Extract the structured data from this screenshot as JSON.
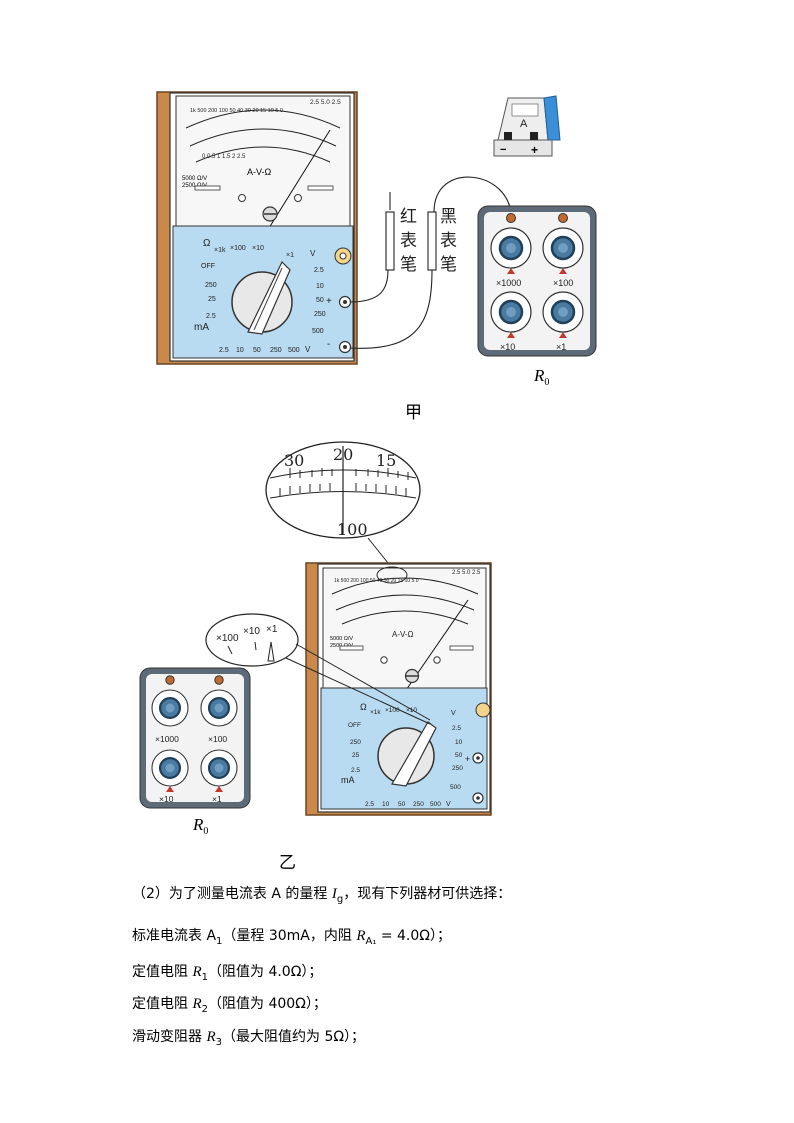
{
  "figure_jia": {
    "meter": {
      "dial_label": "A-V-Ω",
      "sens_line1": "5000 Ω/V",
      "sens_line2": "2500 Ω/V",
      "ohm_ticks": [
        "1k",
        "500",
        "200",
        "100",
        "50",
        "40",
        "30",
        "20",
        "15",
        "10",
        "5",
        "0"
      ],
      "acv_ticks": [
        "0",
        "0.5",
        "1",
        "1.5",
        "2",
        "2.5"
      ],
      "range_labels": [
        "2.5",
        "5.0",
        "2.5"
      ],
      "selector": {
        "ohm_symbol": "Ω",
        "ohm_ranges": [
          "×1k",
          "×100",
          "×10",
          "×1"
        ],
        "left_labels": [
          "OFF",
          "250",
          "25",
          "2.5"
        ],
        "ma_label": "mA",
        "bottom_labels": [
          "2.5",
          "10",
          "50",
          "250",
          "500"
        ],
        "right_labels": [
          "2.5",
          "10",
          "50",
          "250",
          "500"
        ],
        "v_label": "V",
        "plus": "+",
        "minus": "-"
      }
    },
    "red_probe": "红表笔",
    "black_probe": "黑表笔",
    "ammeter_label": "A",
    "ammeter_minus": "−",
    "ammeter_plus": "+",
    "box_labels": [
      "×1000",
      "×100",
      "×10",
      "×1"
    ],
    "box_name": "R",
    "box_sub": "0",
    "caption": "甲"
  },
  "figure_yi": {
    "zoom_ticks": [
      "30",
      "20",
      "15"
    ],
    "zoom_bottom": "100",
    "knob_zoom": [
      "×100",
      "×10",
      "×1"
    ],
    "box_labels": [
      "×1000",
      "×100",
      "×10",
      "×1"
    ],
    "box_name": "R",
    "box_sub": "0",
    "caption": "乙"
  },
  "text": {
    "q2": "（2）为了测量电流表 A 的量程 ",
    "q2_sym": "I",
    "q2_sub": "g",
    "q2_end": "，现有下列器材可供选择：",
    "item1_a": "标准电流表 A",
    "item1_sub": "1",
    "item1_b": "（量程 30mA，内阻 ",
    "item1_sym": "R",
    "item1_sym_sub": "A₁",
    "item1_c": " = 4.0Ω）；",
    "item2_a": "定值电阻 ",
    "item2_sym": "R",
    "item2_sub": "1",
    "item2_b": "（阻值为 4.0Ω）；",
    "item3_a": "定值电阻 ",
    "item3_sym": "R",
    "item3_sub": "2",
    "item3_b": "（阻值为 400Ω）；",
    "item4_a": "滑动变阻器 ",
    "item4_sym": "R",
    "item4_sub": "3",
    "item4_b": "（最大阻值约为 5Ω）；"
  }
}
